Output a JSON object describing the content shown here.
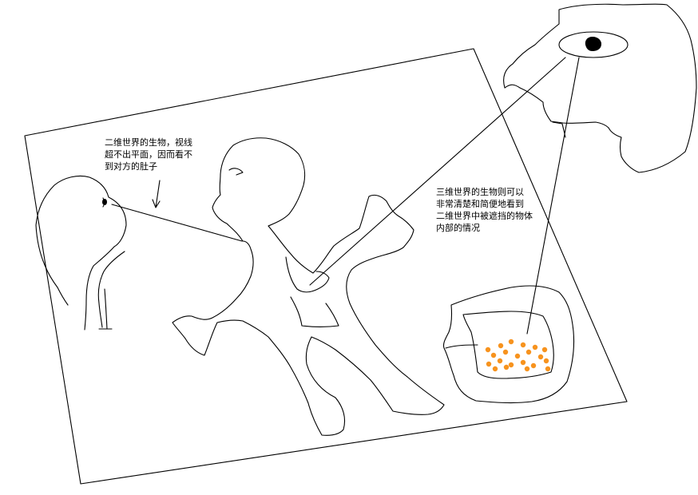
{
  "annotations": {
    "two_d_note": [
      "二维世界的生物，视线",
      "超不出平面，因而看不",
      "到对方的肚子"
    ],
    "three_d_note": [
      "三维世界的生物则可以",
      "非常清楚和简便地看到",
      "二维世界中被遮挡的物体",
      "内部的情况"
    ]
  },
  "colors": {
    "ink": "#000000",
    "dots": "#f7931e",
    "background": "#ffffff"
  },
  "icons": {
    "eye_3d": "eye-icon",
    "eye_2d": "eye-icon"
  }
}
